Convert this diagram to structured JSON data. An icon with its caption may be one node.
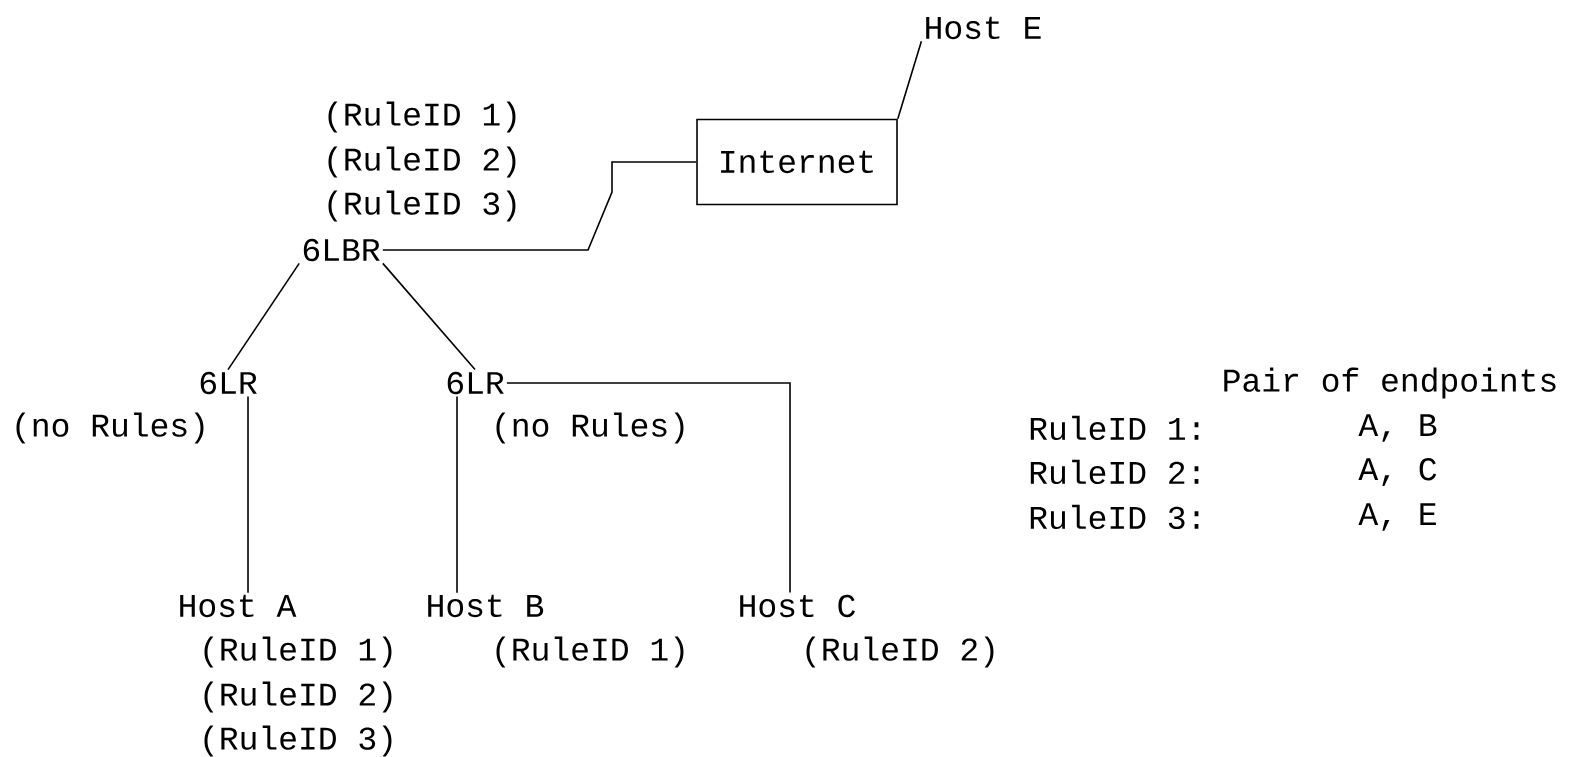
{
  "diagram": {
    "nodes": [
      {
        "text": [
          "Host E"
        ]
      },
      {
        "text": [
          "Internet"
        ]
      },
      {
        "text": [
          "6LBR"
        ],
        "beside": [
          "(RuleID 1)",
          "(RuleID 2)",
          "(RuleID 3)"
        ]
      },
      {
        "text": [
          "6LR"
        ],
        "beside": [
          "(no Rules)"
        ]
      },
      {
        "text": [
          "6LR"
        ],
        "beside": [
          "(no Rules)"
        ]
      },
      {
        "text": [
          "Host A"
        ],
        "beside": [
          "(RuleID 1)",
          "(RuleID 2)",
          "(RuleID 3)"
        ]
      },
      {
        "text": [
          "Host B"
        ],
        "beside": [
          "(RuleID 1)"
        ]
      },
      {
        "text": [
          "Host C"
        ],
        "beside": [
          "(RuleID 2)"
        ]
      }
    ],
    "edges": [
      {
        "from": 1,
        "to": 0,
        "arrow": "none"
      },
      {
        "from": 2,
        "to": 1,
        "arrow": "none"
      },
      {
        "from": 2,
        "to": 3,
        "arrow": "none"
      },
      {
        "from": 2,
        "to": 4,
        "arrow": "none"
      },
      {
        "from": 3,
        "to": 5,
        "arrow": "none"
      },
      {
        "from": 4,
        "to": 6,
        "arrow": "none"
      },
      {
        "from": 4,
        "to": 7,
        "arrow": "none"
      }
    ],
    "labels": [
      "Pair of endpoints",
      "RuleID 1:",
      "A, B",
      "RuleID 2:",
      "A, C",
      "RuleID 3:",
      "A, E"
    ]
  }
}
